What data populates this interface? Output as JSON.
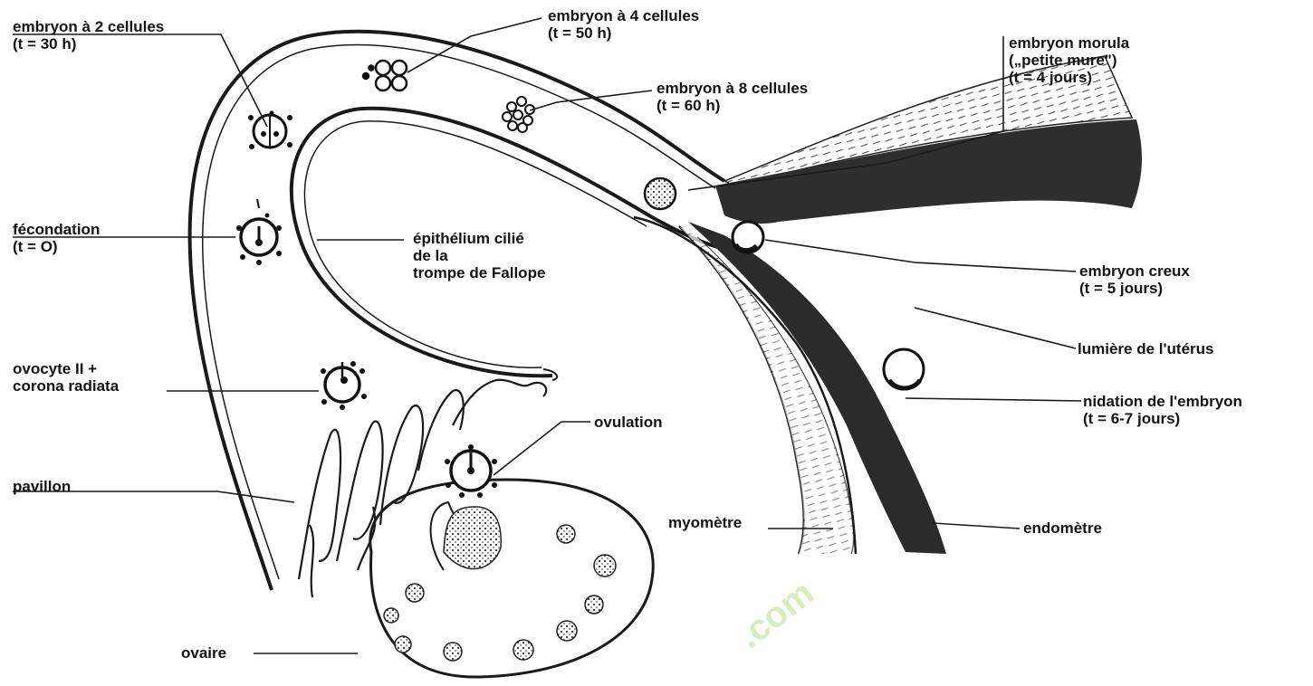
{
  "labels": {
    "embryo_2_cells": [
      "embryon à 2 cellules",
      "(t = 30 h)"
    ],
    "embryo_4_cells": [
      "embryon à 4 cellules",
      "(t = 50 h)"
    ],
    "embryo_8_cells": [
      "embryon à 8 cellules",
      "(t = 60 h)"
    ],
    "embryo_morula": [
      "embryon morula",
      "(„petite mure\")",
      "(t = 4 jours)"
    ],
    "fertilization": [
      "fécondation",
      "(t = O)"
    ],
    "ciliated_epithelium": [
      "épithélium cilié",
      "de la",
      "trompe de Fallope"
    ],
    "hollow_embryo": [
      "embryon creux",
      "(t = 5 jours)"
    ],
    "uterine_lumen": [
      "lumière de l'utérus"
    ],
    "oocyte": [
      "ovocyte II +",
      "corona radiata"
    ],
    "implantation": [
      "nidation de l'embryon",
      "(t = 6-7 jours)"
    ],
    "ovulation": [
      "ovulation"
    ],
    "pavilion": [
      "pavillon"
    ],
    "myometrium": [
      "myomètre"
    ],
    "endometrium": [
      "endomètre"
    ],
    "ovary": [
      "ovaire"
    ]
  },
  "watermark_text": ".com",
  "colors": {
    "ink": "#1a1a1a",
    "tissue": "#2a2a2a",
    "watermark": "#cfe8b0",
    "paper": "#ffffff"
  }
}
